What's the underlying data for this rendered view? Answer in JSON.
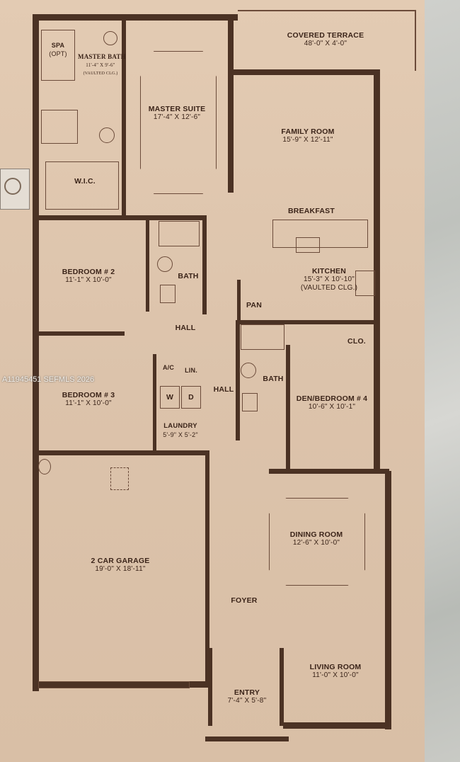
{
  "image": {
    "description": "Photographed printed floor plan on tan paper, marble surface at right edge",
    "watermark": "A11945451 SEFMLS 2026"
  },
  "rooms": [
    {
      "id": "covered-terrace",
      "name": "COVERED TERRACE",
      "dims": "48'-0\" X 4'-0\""
    },
    {
      "id": "spa",
      "name": "SPA",
      "dims": "(OPT)"
    },
    {
      "id": "master-bath",
      "name": "MASTER BATH",
      "dims": "11'-4\" X 9'-6\"",
      "note": "(VAULTED CLG.)"
    },
    {
      "id": "master-suite",
      "name": "MASTER SUITE",
      "dims": "17'-4\" X 12'-6\""
    },
    {
      "id": "wlc",
      "name": "W.I.C.",
      "dims": ""
    },
    {
      "id": "family-room",
      "name": "FAMILY ROOM",
      "dims": "15'-9\" X 12'-11\""
    },
    {
      "id": "breakfast",
      "name": "BREAKFAST",
      "dims": ""
    },
    {
      "id": "kitchen",
      "name": "KITCHEN",
      "dims": "15'-3\" X 10'-10\"",
      "note": "(VAULTED CLG.)"
    },
    {
      "id": "pan",
      "name": "PAN",
      "dims": ""
    },
    {
      "id": "bedroom-2",
      "name": "BEDROOM # 2",
      "dims": "11'-1\" X 10'-0\""
    },
    {
      "id": "bath-1",
      "name": "BATH",
      "dims": ""
    },
    {
      "id": "hall-1",
      "name": "HALL",
      "dims": ""
    },
    {
      "id": "ac",
      "name": "A/C",
      "dims": ""
    },
    {
      "id": "lin",
      "name": "LIN.",
      "dims": ""
    },
    {
      "id": "bedroom-3",
      "name": "BEDROOM # 3",
      "dims": "11'-1\" X 10'-0\""
    },
    {
      "id": "laundry",
      "name": "LAUNDRY",
      "dims": "5'-9\" X 5'-2\""
    },
    {
      "id": "washer",
      "name": "W",
      "dims": ""
    },
    {
      "id": "dryer",
      "name": "D",
      "dims": ""
    },
    {
      "id": "hall-2",
      "name": "HALL",
      "dims": ""
    },
    {
      "id": "bath-2",
      "name": "BATH",
      "dims": ""
    },
    {
      "id": "clo",
      "name": "CLO.",
      "dims": ""
    },
    {
      "id": "den",
      "name": "DEN/BEDROOM # 4",
      "dims": "10'-6\" X 10'-1\""
    },
    {
      "id": "garage",
      "name": "2 CAR GARAGE",
      "dims": "19'-0\" X 18'-11\""
    },
    {
      "id": "dining",
      "name": "DINING ROOM",
      "dims": "12'-6\" X 10'-0\""
    },
    {
      "id": "foyer",
      "name": "FOYER",
      "dims": ""
    },
    {
      "id": "living",
      "name": "LIVING ROOM",
      "dims": "11'-0\" X 10'-0\""
    },
    {
      "id": "entry",
      "name": "ENTRY",
      "dims": "7'-4\" X 5'-8\""
    }
  ],
  "colors": {
    "paper": "#dfc6ae",
    "wall": "#4b3224",
    "text": "#3b2419",
    "marble": "#c6c8c3"
  }
}
